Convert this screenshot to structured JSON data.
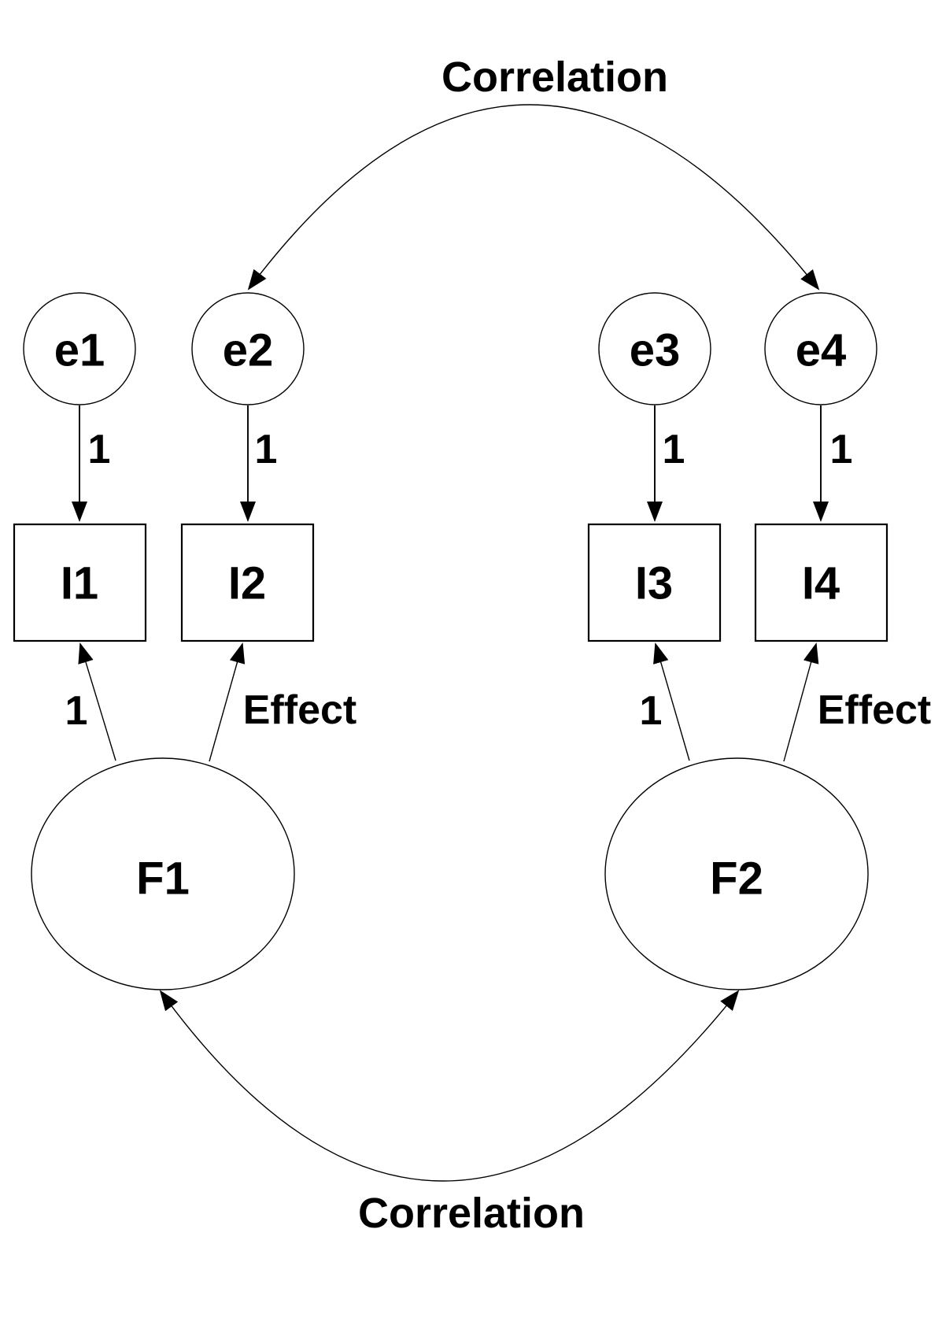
{
  "labels": {
    "correlation_top": "Correlation",
    "correlation_bottom": "Correlation"
  },
  "colors": {
    "stroke": "#000000",
    "background": "#ffffff"
  },
  "errors": [
    {
      "label": "e1",
      "loading": "1"
    },
    {
      "label": "e2",
      "loading": "1"
    },
    {
      "label": "e3",
      "loading": "1"
    },
    {
      "label": "e4",
      "loading": "1"
    }
  ],
  "indicators": [
    {
      "label": "I1"
    },
    {
      "label": "I2"
    },
    {
      "label": "I3"
    },
    {
      "label": "I4"
    }
  ],
  "factors": [
    {
      "label": "F1",
      "loadings": [
        "1",
        "Effect"
      ]
    },
    {
      "label": "F2",
      "loadings": [
        "1",
        "Effect"
      ]
    }
  ]
}
